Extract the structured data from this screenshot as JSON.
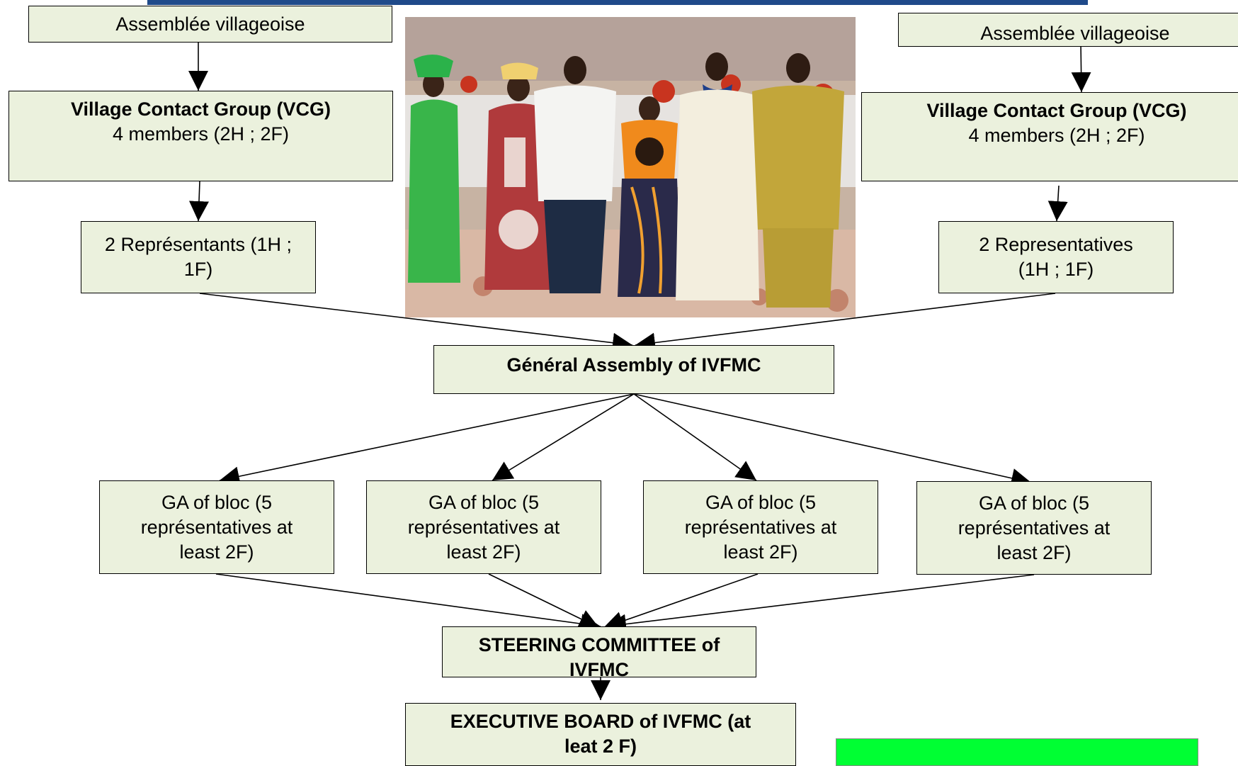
{
  "nodes": {
    "assembly_left": "Assemblée villageoise",
    "assembly_right": "Assemblée villageoise",
    "vcg_left": {
      "title": "Village Contact Group (VCG)",
      "subtitle": "4 members (2H ; 2F)"
    },
    "vcg_right": {
      "title": "Village Contact Group (VCG)",
      "subtitle": "4 members (2H ; 2F)"
    },
    "reps_left": {
      "line1": "2 Représentants (1H ;",
      "line2": "1F)"
    },
    "reps_right": {
      "line1": "2 Representatives",
      "line2": "(1H ; 1F)"
    },
    "general_assembly": "Général Assembly of IVFMC",
    "ga_blocs": [
      {
        "line1": "GA of bloc (5",
        "line2": "représentatives at",
        "line3": "least 2F)"
      },
      {
        "line1": "GA of bloc (5",
        "line2": "représentatives at",
        "line3": "least 2F)"
      },
      {
        "line1": "GA of bloc (5",
        "line2": "représentatives at",
        "line3": "least 2F)"
      },
      {
        "line1": "GA of bloc (5",
        "line2": "représentatives at",
        "line3": "least 2F)"
      }
    ],
    "steering": {
      "line1": "STEERING COMMITTEE of",
      "line2": "IVFMC"
    },
    "executive": {
      "line1": "EXECUTIVE BOARD of IVFMC (at",
      "line2": "leat  2 F)"
    }
  },
  "colors": {
    "box_fill": "#ebf1dd",
    "top_bar": "#1f4a8a",
    "green_bar": "#00ff33"
  }
}
